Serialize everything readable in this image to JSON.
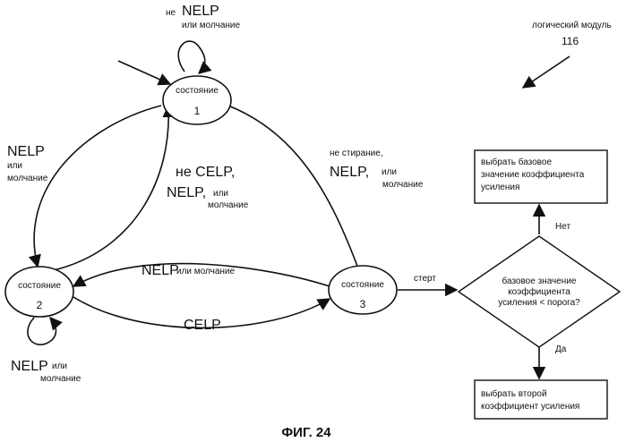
{
  "module": {
    "label": "логический модуль",
    "number": "116"
  },
  "states": {
    "s1": {
      "word": "состояние",
      "num": "1"
    },
    "s2": {
      "word": "состояние",
      "num": "2"
    },
    "s3": {
      "word": "состояние",
      "num": "3"
    }
  },
  "labels": {
    "self1_ne": "не",
    "self1_nelp": "NELP",
    "self1_or": "или молчание",
    "left_nelp": "NELP",
    "left_or": "или",
    "left_silence": "молчание",
    "mid_ne_celp": "не CELP,",
    "mid_nelp": "NELP,",
    "mid_or": "или",
    "mid_silence": "молчание",
    "right_ne_erasure": "не стирание,",
    "right_nelp": "NELP,",
    "right_or": "или",
    "right_silence": "молчание",
    "top32_nelp": "NELP",
    "top32_or": "или молчание",
    "bottom23_celp": "CELP",
    "self2_nelp": "NELP",
    "self2_or": "или",
    "self2_silence": "молчание",
    "erased": "стерт",
    "no": "Нет",
    "yes": "Да"
  },
  "boxes": {
    "select_base": [
      "выбрать базовое",
      "значение коэффициента",
      "усиления"
    ],
    "select_second": [
      "выбрать второй",
      "коэффициент усиления"
    ]
  },
  "decision": [
    "базовое значение",
    "коэффициента",
    "усиления < порога?"
  ],
  "caption": "ФИГ. 24"
}
